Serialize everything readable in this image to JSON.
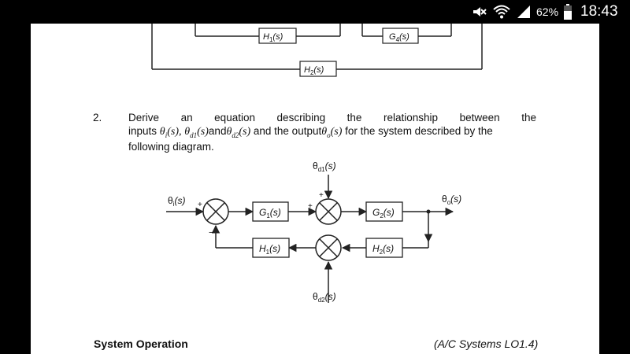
{
  "status_bar": {
    "icons": [
      "mute-icon",
      "wifi-icon",
      "signal-icon",
      "battery-icon"
    ],
    "battery_percent": "62%",
    "time": "18:43"
  },
  "top_diagram": {
    "h1": {
      "label": "H",
      "sub": "1",
      "arg": "(s)"
    },
    "g4": {
      "label": "G",
      "sub": "4",
      "arg": "(s)"
    },
    "h2": {
      "label": "H",
      "sub": "2",
      "arg": "(s)"
    }
  },
  "question": {
    "number": "2.",
    "line1_words": [
      "Derive",
      "an",
      "equation",
      "describing",
      "the",
      "relationship",
      "between",
      "the"
    ],
    "line2": {
      "w_inputs": "inputs",
      "theta_i": "θ",
      "theta_i_sub": "i",
      "arg1": "(s),",
      "theta_d1": "θ",
      "theta_d1_sub": "d1",
      "arg2": "(s)",
      "w_and": "and",
      "theta_d2": "θ",
      "theta_d2_sub": "d2",
      "arg3": "(s)",
      "w_and_the_output": "and the output",
      "theta_o": "θ",
      "theta_o_sub": "o",
      "arg4": "(s)",
      "w_rest": "for the system described by the"
    },
    "line3": "following diagram."
  },
  "diagram": {
    "input_label": {
      "main": "θ",
      "sub": "i",
      "arg": "(s)"
    },
    "output_label": {
      "main": "θ",
      "sub": "o",
      "arg": "(s)"
    },
    "disturbance1_label": {
      "main": "θ",
      "sub": "d1",
      "arg": "(s)"
    },
    "disturbance2_label": {
      "main": "θ",
      "sub": "d2",
      "arg": "(s)"
    },
    "g1": {
      "label": "G",
      "sub": "1",
      "arg": "(s)"
    },
    "g2": {
      "label": "G",
      "sub": "2",
      "arg": "(s)"
    },
    "h1": {
      "label": "H",
      "sub": "1",
      "arg": "(s)"
    },
    "h2": {
      "label": "H",
      "sub": "2",
      "arg": "(s)"
    },
    "sign_plus": "+",
    "sign_minus": "−"
  },
  "footer": {
    "section_title": "System Operation",
    "reference": "(A/C Systems LO1.4)"
  }
}
